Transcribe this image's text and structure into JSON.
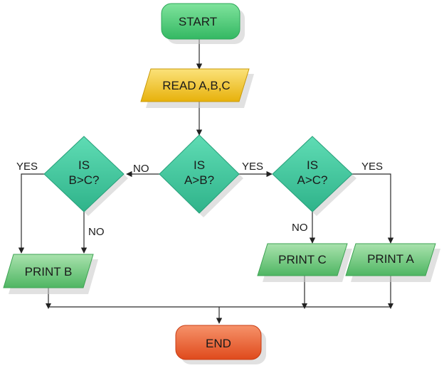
{
  "flowchart": {
    "nodes": {
      "start": {
        "label": "START"
      },
      "read": {
        "label": "READ A,B,C"
      },
      "is_a_gt_b": {
        "line1": "IS",
        "line2": "A>B?"
      },
      "is_b_gt_c": {
        "line1": "IS",
        "line2": "B>C?"
      },
      "is_a_gt_c": {
        "line1": "IS",
        "line2": "A>C?"
      },
      "print_b": {
        "label": "PRINT B"
      },
      "print_c": {
        "label": "PRINT C"
      },
      "print_a": {
        "label": "PRINT A"
      },
      "end": {
        "label": "END"
      }
    },
    "edges": {
      "a_gt_b_no": "NO",
      "a_gt_b_yes": "YES",
      "b_gt_c_yes": "YES",
      "b_gt_c_no": "NO",
      "a_gt_c_no": "NO",
      "a_gt_c_yes": "YES"
    },
    "colors": {
      "start_fill": "#56d17e",
      "read_fill": "#f3c92a",
      "decision_fill": "#3fc9a0",
      "print_fill": "#6ec77f",
      "end_fill": "#ee6a3a"
    }
  }
}
